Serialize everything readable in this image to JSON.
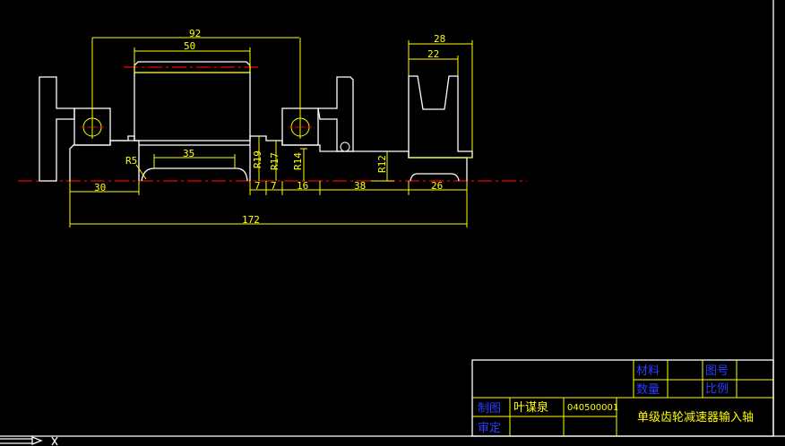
{
  "drawing": {
    "dimensions": {
      "d92": "92",
      "d50": "50",
      "d28": "28",
      "d22": "22",
      "d30": "30",
      "d35": "35",
      "d172": "172",
      "r5": "R5",
      "r19": "R19",
      "r17": "R17",
      "r14": "R14",
      "r12": "R12",
      "d7a": "7",
      "d7b": "7",
      "d16": "16",
      "d38": "38",
      "d26": "26"
    }
  },
  "title_block": {
    "material_label": "材料",
    "drawing_no_label": "图号",
    "quantity_label": "数量",
    "scale_label": "比例",
    "drawn_by_label": "制图",
    "drawn_by_name": "叶谋泉",
    "student_id": "040500001",
    "approved_label": "审定",
    "part_title": "单级齿轮减速器输入轴"
  },
  "colors": {
    "outline": "#ffffff",
    "hatch_dim": "#ffff00",
    "centerline": "#ee0000",
    "label_blue": "#2a3cff"
  }
}
